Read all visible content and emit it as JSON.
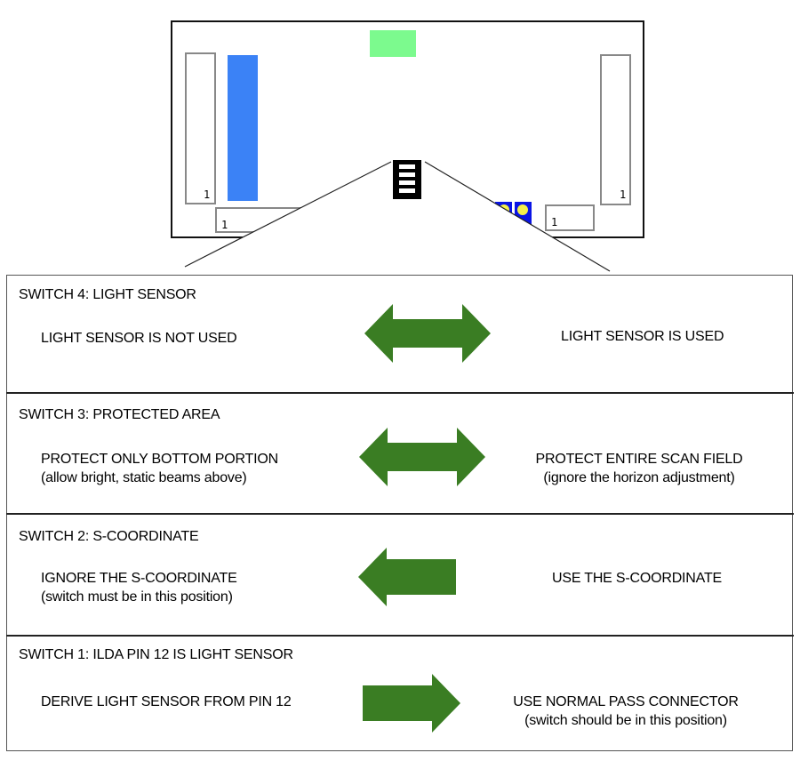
{
  "diagram": {
    "board": {
      "connector_pin_labels": [
        "1",
        "1",
        "1",
        "1"
      ],
      "colors": {
        "status_block": "#7cfa8e",
        "blue_bar": "#3b82f6",
        "led_base": "#0a14e6",
        "led": "#f5f04a",
        "dip_switch": "#000000",
        "outline": "#808080"
      }
    },
    "arrow_color": "#3a7d23",
    "switches": [
      {
        "title": "SWITCH 4: LIGHT SENSOR",
        "left": {
          "main": "LIGHT SENSOR IS NOT USED",
          "sub": ""
        },
        "right": {
          "main": "LIGHT SENSOR IS USED",
          "sub": ""
        },
        "arrow": "both"
      },
      {
        "title": "SWITCH 3: PROTECTED AREA",
        "left": {
          "main": "PROTECT ONLY BOTTOM PORTION",
          "sub": "(allow bright, static beams above)"
        },
        "right": {
          "main": "PROTECT ENTIRE SCAN FIELD",
          "sub": "(ignore the horizon adjustment)"
        },
        "arrow": "both"
      },
      {
        "title": "SWITCH 2: S-COORDINATE",
        "left": {
          "main": "IGNORE THE S-COORDINATE",
          "sub": "(switch must be in this position)"
        },
        "right": {
          "main": "USE THE S-COORDINATE",
          "sub": ""
        },
        "arrow": "left"
      },
      {
        "title": "SWITCH 1: ILDA PIN 12 IS LIGHT SENSOR",
        "left": {
          "main": "DERIVE LIGHT SENSOR FROM PIN 12",
          "sub": ""
        },
        "right": {
          "main": "USE NORMAL PASS CONNECTOR",
          "sub": "(switch should be in this position)"
        },
        "arrow": "right"
      }
    ]
  }
}
